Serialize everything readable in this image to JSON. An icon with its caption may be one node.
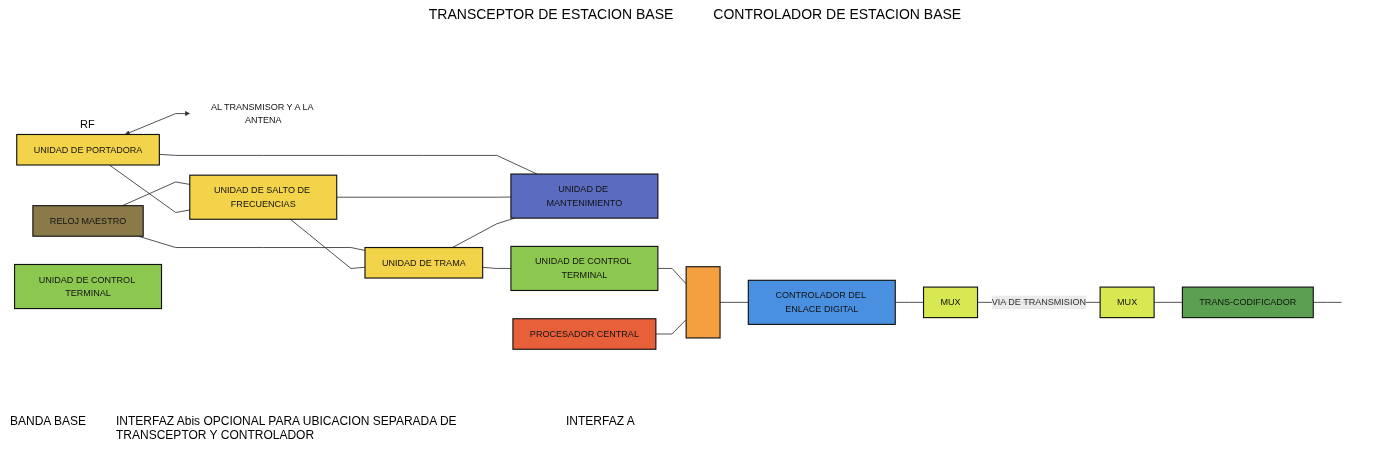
{
  "diagram": {
    "nodes": [
      {
        "text": [
          "AL TRANSMISOR Y A LA ANTENA"
        ]
      },
      {
        "text": [
          "RELOJ MAESTRO"
        ]
      },
      {
        "text": [
          "UNIDAD DE PORTADORA"
        ],
        "beside": [
          "RF"
        ]
      },
      {
        "text": [
          "UNIDAD DE SALTO DE FRECUENCIAS"
        ]
      },
      {
        "text": [
          "UNIDAD DE TRAMA"
        ]
      },
      {
        "text": [
          "UNIDAD DE MANTENIMIENTO"
        ]
      },
      {
        "text": [
          "UNIDAD DE CONTROL TERMINAL"
        ]
      },
      {
        "text": [
          "PROCESADOR CENTRAL"
        ]
      },
      {
        "text": [],
        "shape": "box"
      },
      {
        "text": [
          "UNIDAD DE CONTROL TERMINAL"
        ]
      },
      {
        "text": [
          "CONTROLADOR DEL ENLACE DIGITAL"
        ]
      },
      {
        "text": [
          "MUX"
        ]
      },
      {
        "text": [
          "MUX"
        ]
      },
      {
        "text": [
          "TRANS-CODIFICADOR"
        ]
      }
    ],
    "edges": [
      {
        "from": 2,
        "to": 0,
        "arrow": "both"
      },
      {
        "from": 1,
        "to": 3,
        "arrow": "none"
      },
      {
        "from": 1,
        "to": 4,
        "arrow": "none"
      },
      {
        "from": 2,
        "to": 3,
        "arrow": "none"
      },
      {
        "from": 3,
        "to": 4,
        "arrow": "none"
      },
      {
        "from": 2,
        "to": 5,
        "arrow": "none"
      },
      {
        "from": 3,
        "to": 5,
        "arrow": "none"
      },
      {
        "from": 4,
        "to": 5,
        "arrow": "none"
      },
      {
        "from": 4,
        "to": 6,
        "arrow": "none"
      },
      {
        "from": 6,
        "to": 8,
        "arrow": "none"
      },
      {
        "from": 7,
        "to": 8,
        "arrow": "none"
      },
      {
        "from": 8,
        "to": 10,
        "arrow": "none"
      },
      {
        "from": 10,
        "to": 11,
        "arrow": "none"
      },
      {
        "from": 11,
        "to": 12,
        "arrow": "none",
        "label": "VIA DE TRANSMISION"
      },
      {
        "from": 12,
        "to": 13,
        "arrow": "none"
      },
      {
        "from": 13,
        "to": null,
        "arrow": "none"
      }
    ],
    "labels": [
      "TRANSCEPTOR DE ESTACION BASE",
      "CONTROLADOR DE ESTACION BASE",
      "BANDA BASE",
      "INTERFAZ Abis OPCIONAL PARA UBICACION SEPARADA DE TRANSCEPTOR Y CONTROLADOR",
      "INTERFAZ A"
    ]
  }
}
